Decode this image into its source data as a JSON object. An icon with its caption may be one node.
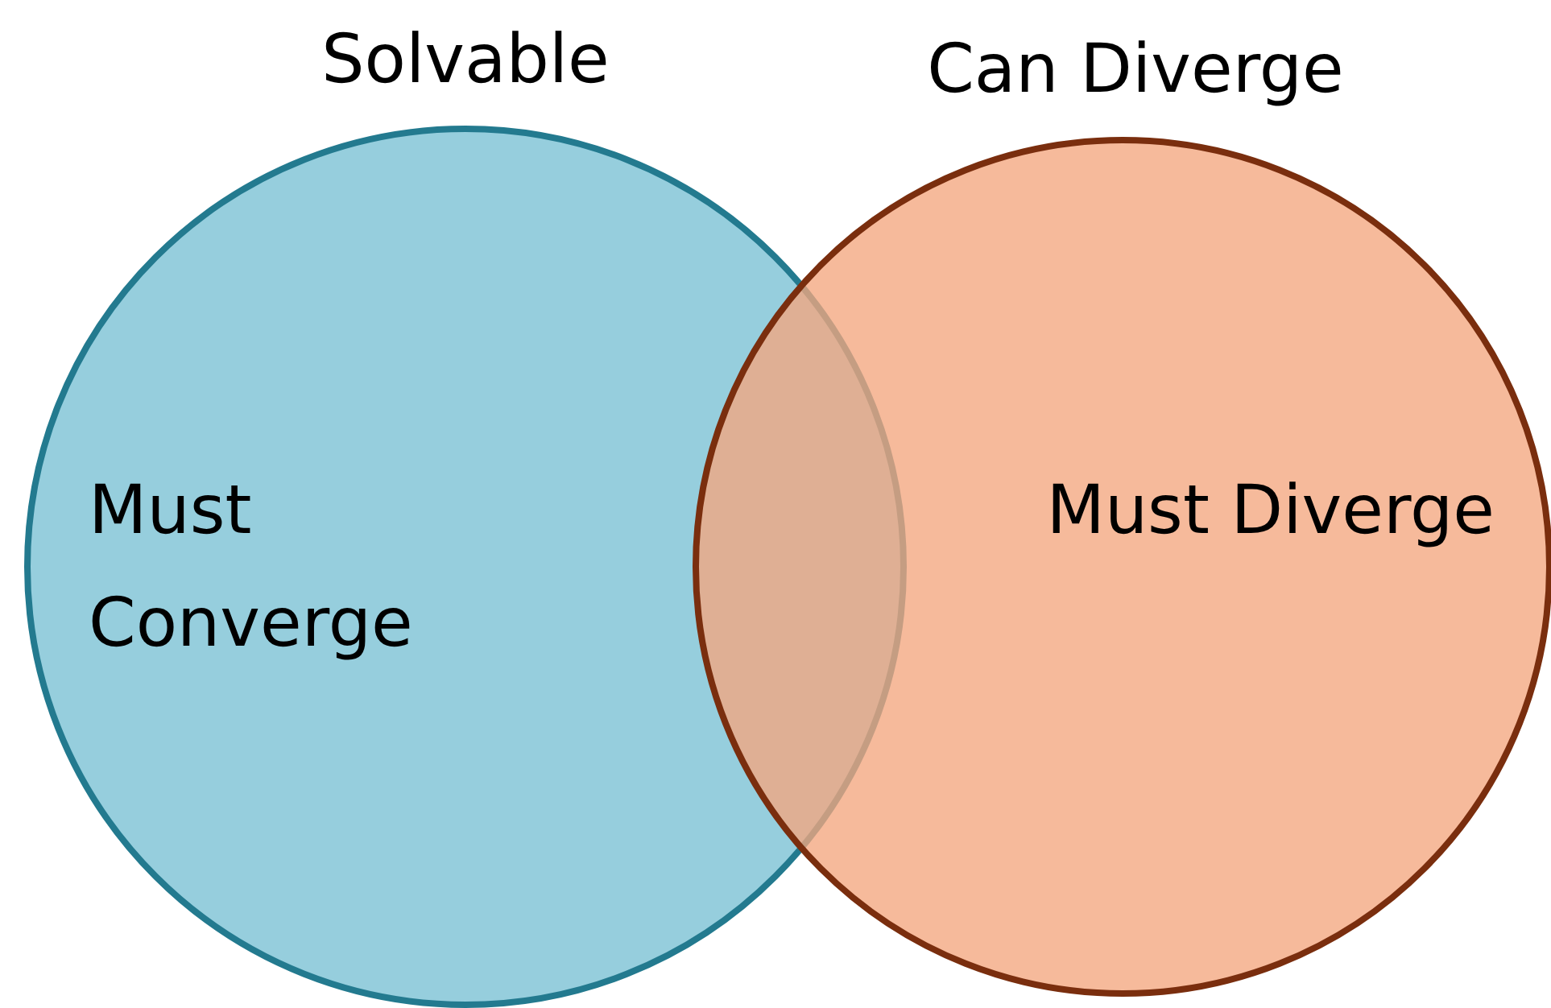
{
  "diagram": {
    "nodes": [
      {
        "text": [
          "Solvable",
          "Must Converge"
        ]
      },
      {
        "text": [
          "Can Diverge",
          "Must Diverge"
        ]
      }
    ]
  }
}
